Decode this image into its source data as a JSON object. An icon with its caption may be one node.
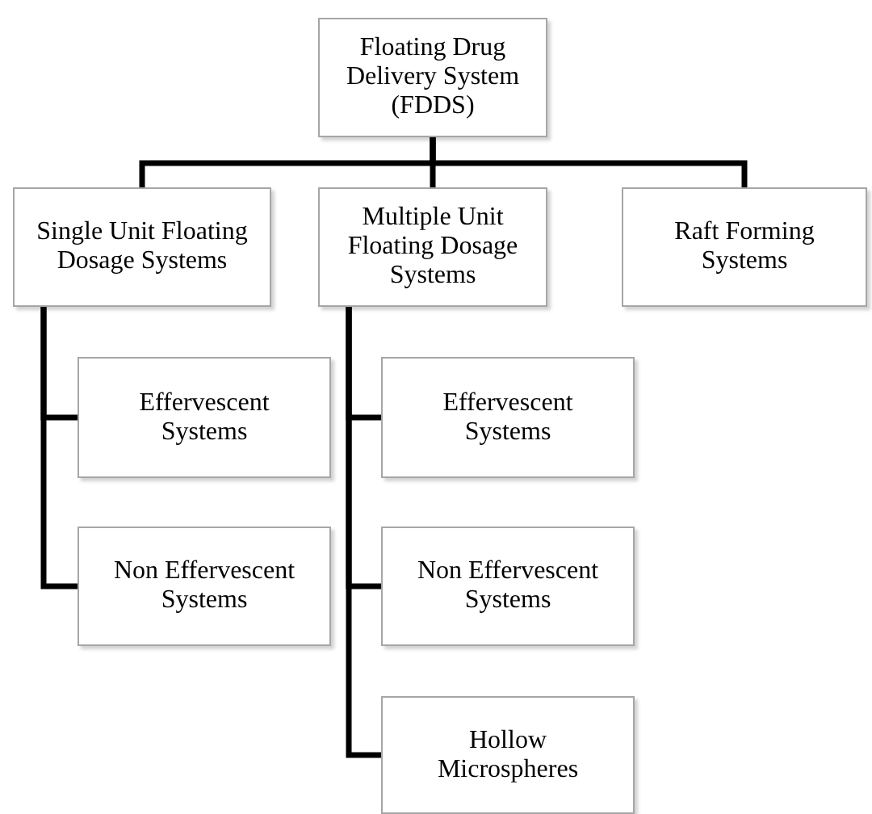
{
  "diagram": {
    "nodes": [
      {
        "text": [
          "Floating Drug Delivery System (FDDS)"
        ]
      },
      {
        "text": [
          "Single Unit Floating Dosage Systems"
        ]
      },
      {
        "text": [
          "Multiple Unit Floating Dosage Systems"
        ]
      },
      {
        "text": [
          "Raft Forming Systems"
        ]
      },
      {
        "text": [
          "Effervescent Systems"
        ]
      },
      {
        "text": [
          "Non Effervescent Systems"
        ]
      },
      {
        "text": [
          "Effervescent Systems"
        ]
      },
      {
        "text": [
          "Non Effervescent Systems"
        ]
      },
      {
        "text": [
          "Hollow Microspheres"
        ]
      }
    ],
    "edges": [
      {
        "from": 0,
        "to": 1,
        "arrow": "none"
      },
      {
        "from": 0,
        "to": 2,
        "arrow": "none"
      },
      {
        "from": 0,
        "to": 3,
        "arrow": "none"
      },
      {
        "from": 1,
        "to": 4,
        "arrow": "none"
      },
      {
        "from": 1,
        "to": 5,
        "arrow": "none"
      },
      {
        "from": 2,
        "to": 6,
        "arrow": "none"
      },
      {
        "from": 2,
        "to": 7,
        "arrow": "none"
      },
      {
        "from": 2,
        "to": 8,
        "arrow": "none"
      }
    ]
  }
}
